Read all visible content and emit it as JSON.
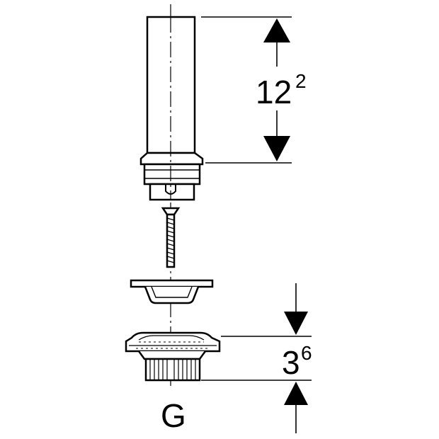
{
  "dimensions": {
    "upper": {
      "base": "12",
      "sup": "2"
    },
    "lower": {
      "base": "3",
      "sup": "6"
    }
  },
  "thread_label": "G",
  "colors": {
    "line": "#000000",
    "background": "#ffffff"
  }
}
